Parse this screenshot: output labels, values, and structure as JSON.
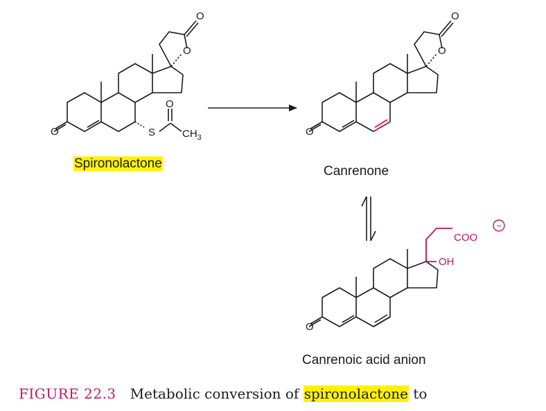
{
  "compounds": {
    "spironolactone": {
      "name": "Spironolactone",
      "atoms": {
        "ketone_o": "O",
        "lactone_carbonyl_o": "O",
        "lactone_ring_o": "O",
        "thioester_o": "O",
        "sulfur": "S",
        "methyl": "CH",
        "methyl_sub": "3"
      }
    },
    "canrenone": {
      "name": "Canrenone",
      "atoms": {
        "ketone_o": "O",
        "lactone_carbonyl_o": "O",
        "lactone_ring_o": "O"
      }
    },
    "canrenoic_acid_anion": {
      "name": "Canrenoic acid anion",
      "atoms": {
        "ketone_o": "O",
        "carboxylate": "COO",
        "charge": "−",
        "hydroxyl": "OH"
      }
    }
  },
  "caption": {
    "figure_number": "FIGURE 22.3",
    "text_before": "Metabolic conversion of ",
    "highlight": "spironolactone",
    "text_after": " to"
  },
  "colors": {
    "bond": "#1a1a1a",
    "highlight_bond": "#c4145a",
    "highlight_bg": "#fff200",
    "figure_number": "#c4145a"
  }
}
